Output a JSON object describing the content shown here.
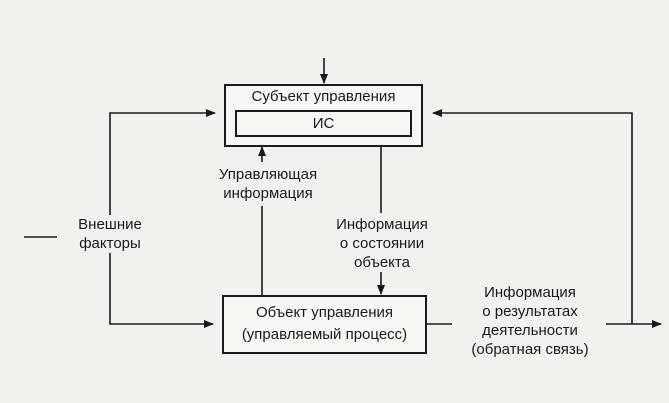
{
  "diagram": {
    "subject": {
      "title": "Субъект управления",
      "inner": "ИС"
    },
    "object": {
      "line1": "Объект управления",
      "line2": "(управляемый процесс)"
    },
    "labels": {
      "control_info_1": "Управляющая",
      "control_info_2": "информация",
      "state_info_1": "Информация",
      "state_info_2": "о состоянии",
      "state_info_3": "объекта",
      "external_1": "Внешние",
      "external_2": "факторы",
      "results_1": "Информация",
      "results_2": "о результатах",
      "results_3": "деятельности",
      "results_4": "(обратная связь)"
    }
  }
}
